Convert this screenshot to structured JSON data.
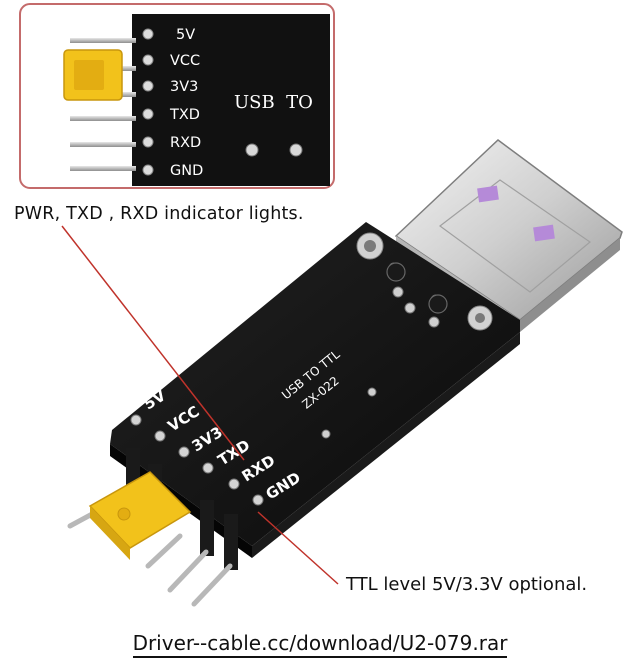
{
  "inset": {
    "pin_labels": [
      "5V",
      "VCC",
      "3V3",
      "TXD",
      "RXD",
      "GND"
    ],
    "board_text": "USB  TO"
  },
  "board": {
    "pin_labels": [
      "5V",
      "VCC",
      "3V3",
      "TXD",
      "RXD",
      "GND"
    ],
    "silk_line1": "USB TO TTL",
    "silk_line2": "ZX-022"
  },
  "captions": {
    "indicator": "PWR, TXD , RXD indicator lights.",
    "ttl": "TTL level 5V/3.3V optional.",
    "driver": "Driver--cable.cc/download/U2-079.rar"
  },
  "colors": {
    "pcb": "#111111",
    "jumper": "#f2c21b",
    "accent_line": "#c0332b",
    "inset_border": "#c46b6b",
    "led": "#b58ad8"
  }
}
